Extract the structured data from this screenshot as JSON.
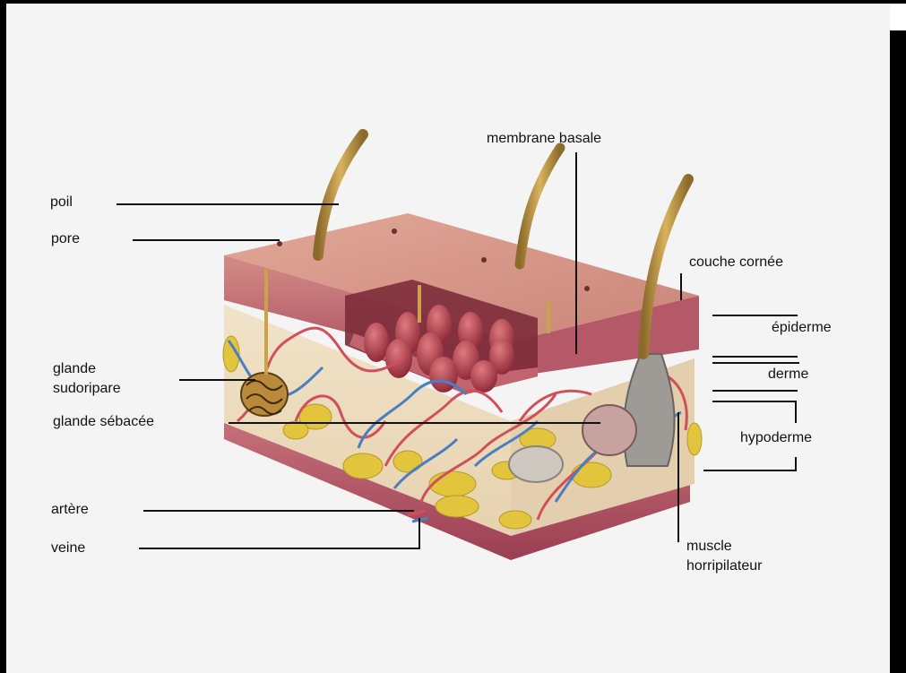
{
  "labels": {
    "poil": "poil",
    "pore": "pore",
    "glande_sudoripare_1": "glande",
    "glande_sudoripare_2": "sudoripare",
    "glande_sebacee": "glande sébacée",
    "artere": "artère",
    "veine": "veine",
    "membrane_basale": "membrane basale",
    "couche_cornee": "couche cornée",
    "epiderme": "épiderme",
    "derme": "derme",
    "hypoderme": "hypoderme",
    "muscle_1": "muscle",
    "muscle_2": "horripilateur"
  },
  "colors": {
    "epidermis": "#c77a78",
    "dermis": "#ead8b8",
    "fat": "#e0c43a",
    "artery": "#d0505a",
    "vein": "#4a7ec4",
    "hair": "#c9a24a"
  }
}
